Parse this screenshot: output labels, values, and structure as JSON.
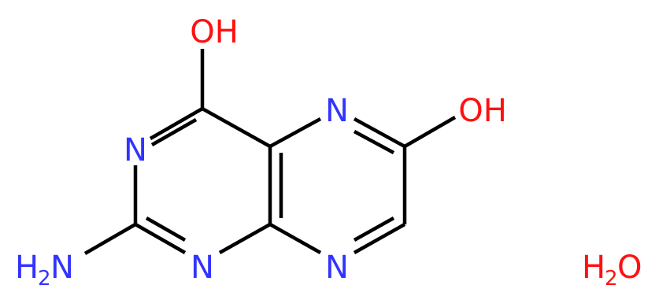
{
  "colors": {
    "nitrogen": "#3333ff",
    "oxygen": "#ff1111",
    "bond": "#000000",
    "background": "#ffffff"
  },
  "atoms": {
    "oh_top": "OH",
    "oh_right": "OH",
    "n_left": "N",
    "n_bottom_left": "N",
    "n_top_right": "N",
    "n_bottom_right": "N",
    "nh2_h": "H",
    "nh2_sub": "2",
    "nh2_n": "N"
  },
  "water": {
    "h": "H",
    "sub": "2",
    "o": "O"
  }
}
